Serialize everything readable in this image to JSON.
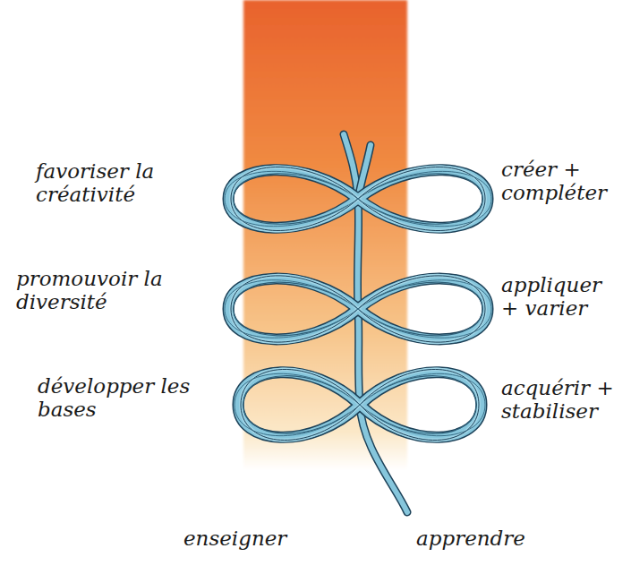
{
  "diagram": {
    "labels": [
      "favoriser la créativité",
      "créer + compléter",
      "promouvoir la diversité",
      "appliquer + varier",
      "développer les bases",
      "acquérir + stabiliser",
      "enseigner",
      "apprendre"
    ]
  }
}
